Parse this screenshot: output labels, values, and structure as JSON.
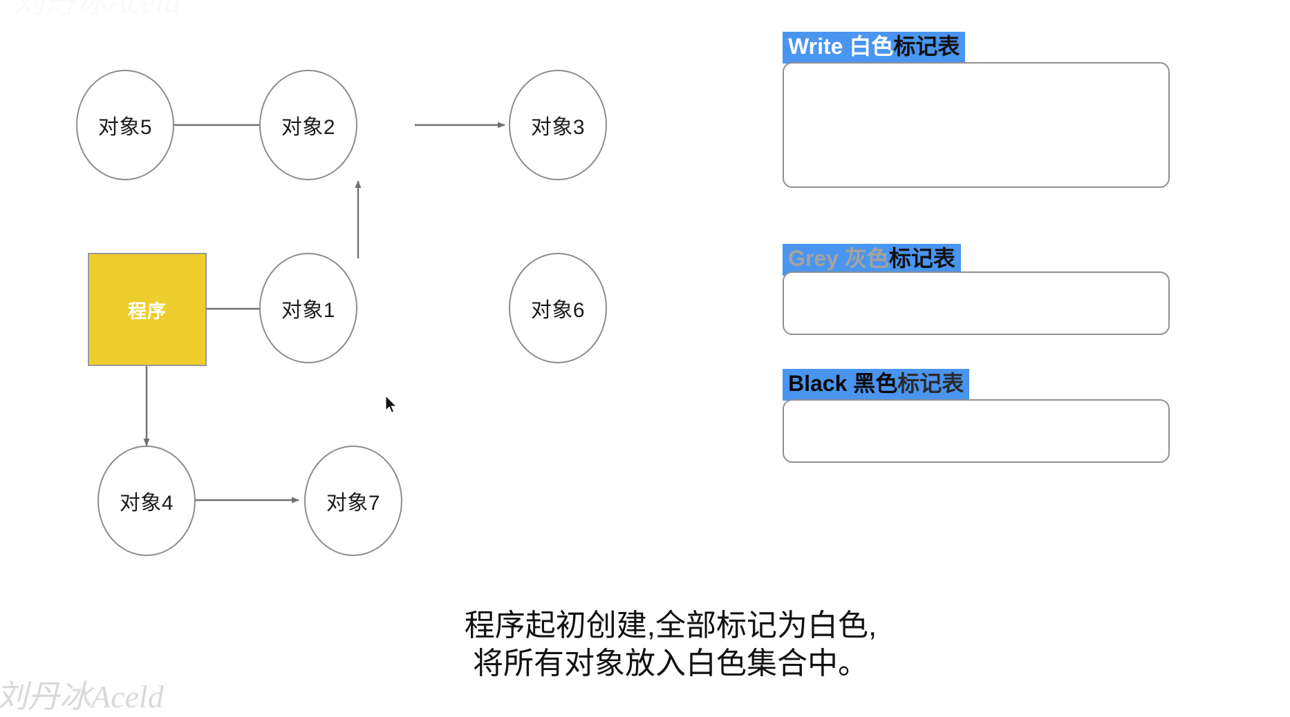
{
  "colors": {
    "accent_blue": "#4A95F0",
    "program_yellow": "#EECE2D",
    "node_stroke": "#8c8c8c",
    "edge_stroke": "#6f6f6f",
    "grey_text": "#a6a29b"
  },
  "graph": {
    "program_node": {
      "label": "程序"
    },
    "nodes": [
      {
        "id": "obj5",
        "label": "对象5"
      },
      {
        "id": "obj2",
        "label": "对象2"
      },
      {
        "id": "obj3",
        "label": "对象3"
      },
      {
        "id": "obj1",
        "label": "对象1"
      },
      {
        "id": "obj6",
        "label": "对象6"
      },
      {
        "id": "obj4",
        "label": "对象4"
      },
      {
        "id": "obj7",
        "label": "对象7"
      }
    ],
    "edges": [
      {
        "from": "obj5",
        "to": "obj2"
      },
      {
        "from": "obj2",
        "to": "obj3"
      },
      {
        "from": "obj1",
        "to": "obj2"
      },
      {
        "from": "程序",
        "to": "obj1"
      },
      {
        "from": "程序",
        "to": "obj4"
      },
      {
        "from": "obj4",
        "to": "obj7"
      }
    ]
  },
  "lists": [
    {
      "id": "white",
      "header_en": "Write ",
      "header_cn_colored": "白色",
      "header_cn_tail": "标记表",
      "items": []
    },
    {
      "id": "grey",
      "header_en": "Grey ",
      "header_cn_colored": "灰色",
      "header_cn_tail": "标记表",
      "items": []
    },
    {
      "id": "black",
      "header_en": "Black ",
      "header_cn_colored": "黑色",
      "header_cn_tail": "标记表",
      "items": []
    }
  ],
  "caption": {
    "line1": "程序起初创建,全部标记为白色,",
    "line2": "将所有对象放入白色集合中。"
  },
  "watermark": {
    "bottom": "刘丹冰Aceld",
    "top": "刘丹冰Aceld"
  }
}
